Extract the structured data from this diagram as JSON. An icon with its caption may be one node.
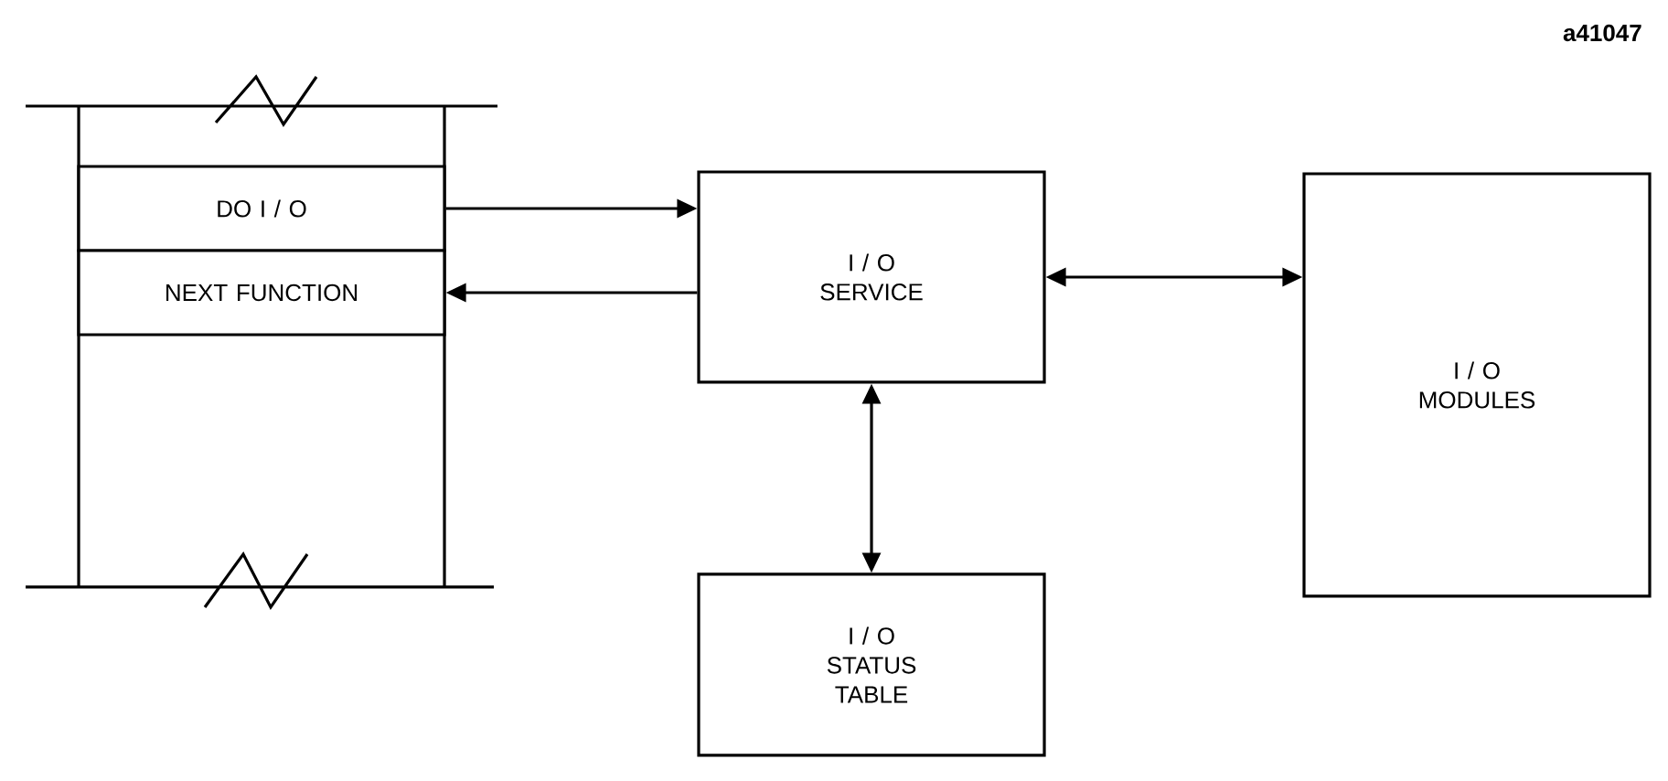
{
  "diagram": {
    "nodes": [
      {
        "text": [
          "DO I / O"
        ]
      },
      {
        "text": [
          "NEXT FUNCTION"
        ]
      },
      {
        "text": [
          "I / O SERVICE"
        ]
      },
      {
        "text": [
          "I / O MODULES"
        ]
      },
      {
        "text": [
          "I / O STATUS TABLE"
        ]
      }
    ],
    "edges": [
      {
        "from": 0,
        "to": 2,
        "arrow": "to"
      },
      {
        "from": 2,
        "to": 1,
        "arrow": "to"
      },
      {
        "from": 2,
        "to": 3,
        "arrow": "both"
      },
      {
        "from": 2,
        "to": 4,
        "arrow": "both"
      }
    ],
    "labels": [
      "a41047"
    ]
  }
}
